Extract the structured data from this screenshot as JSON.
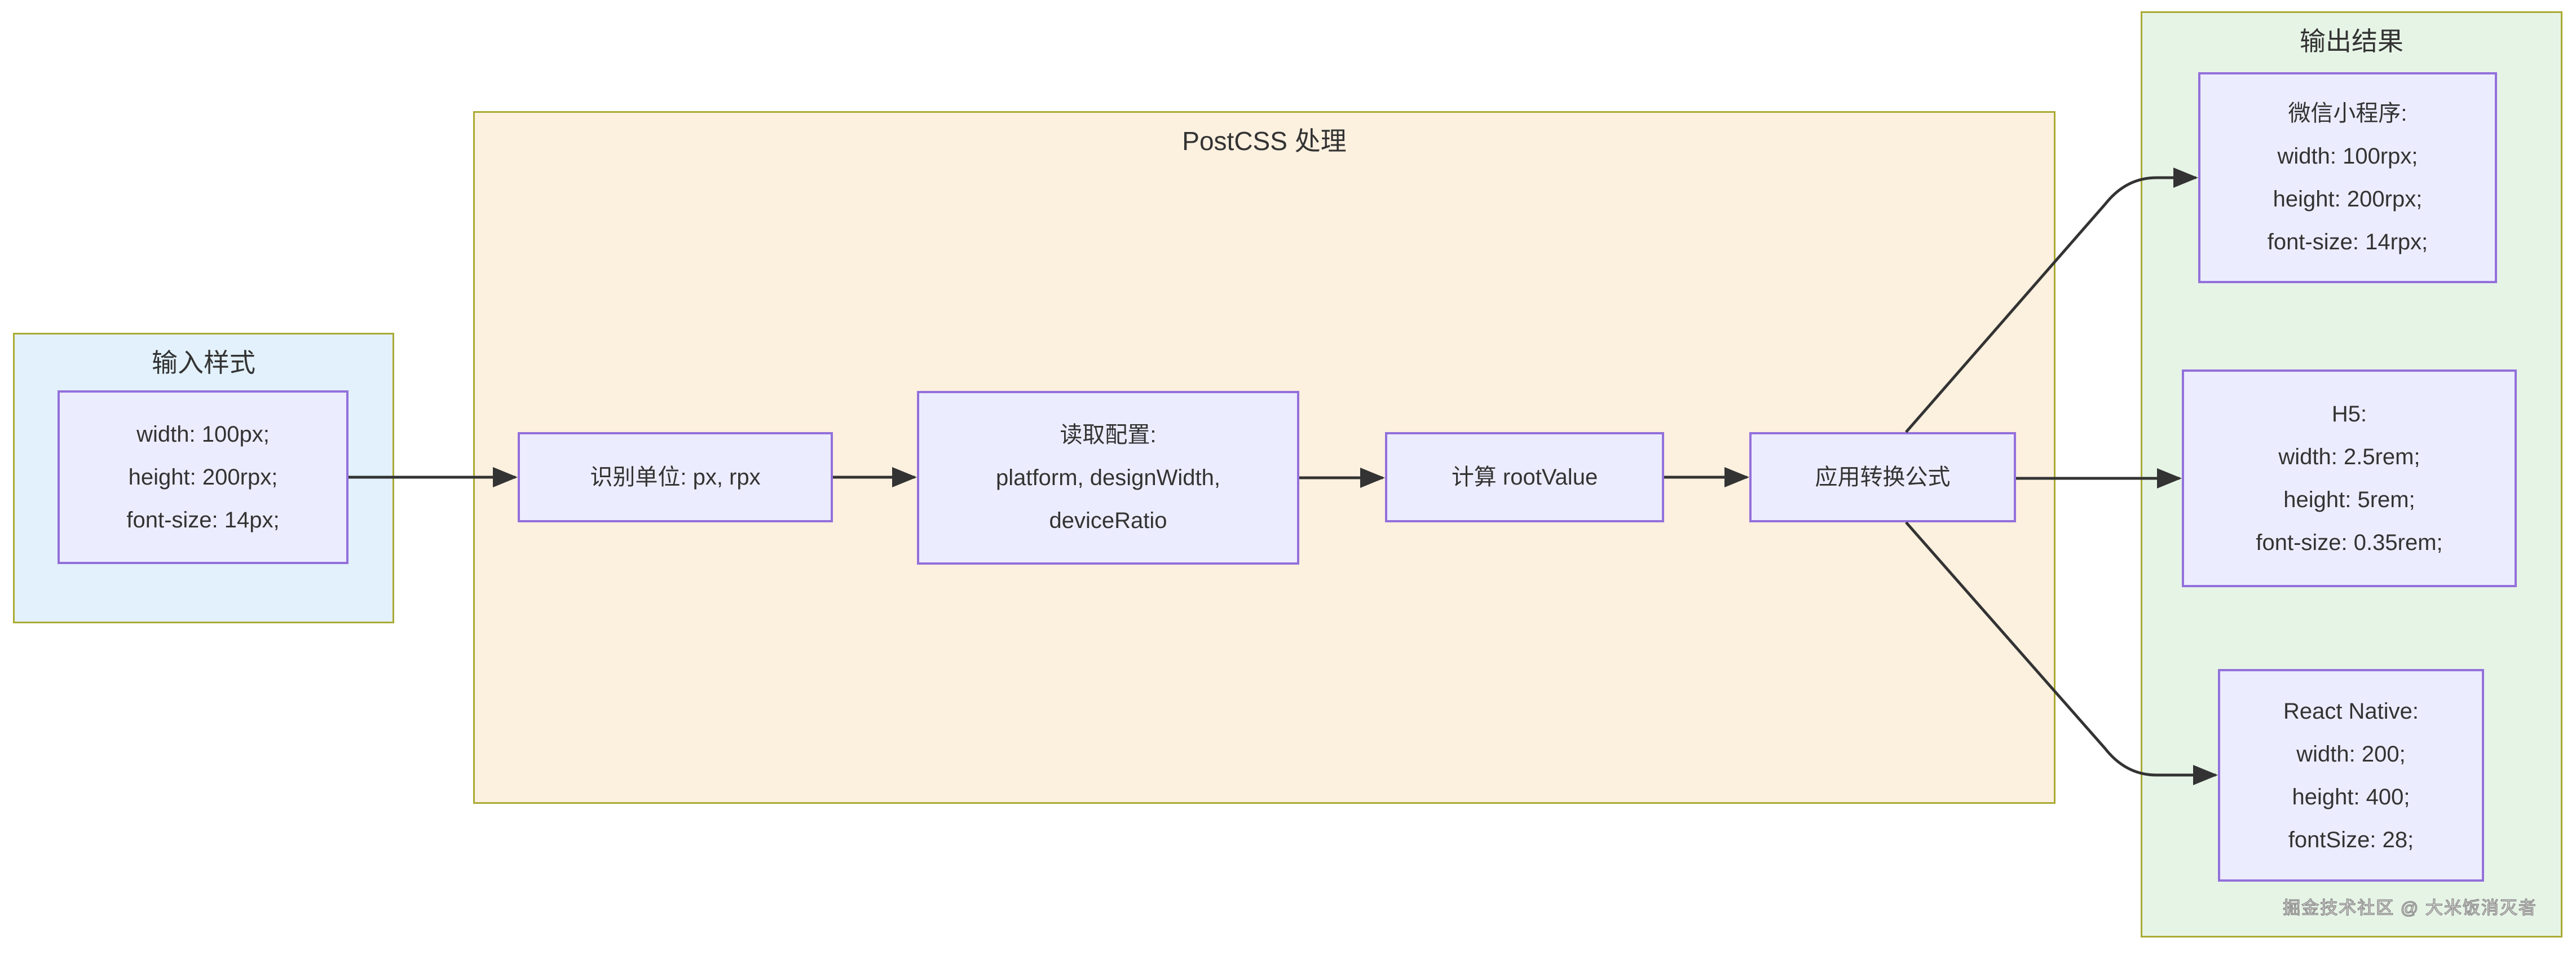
{
  "clusters": {
    "input": {
      "title": "输入样式"
    },
    "postcss": {
      "title": "PostCSS 处理"
    },
    "output": {
      "title": "输出结果"
    }
  },
  "nodes": {
    "input_style": {
      "lines": [
        "width: 100px;",
        "height: 200rpx;",
        "font-size: 14px;"
      ]
    },
    "recognize": {
      "lines": [
        "识别单位: px, rpx"
      ]
    },
    "read_config": {
      "lines": [
        "读取配置:",
        "platform, designWidth,",
        "deviceRatio"
      ]
    },
    "root_value": {
      "lines": [
        "计算 rootValue"
      ]
    },
    "formula": {
      "lines": [
        "应用转换公式"
      ]
    },
    "wechat": {
      "lines": [
        "微信小程序:",
        "width: 100rpx;",
        "height: 200rpx;",
        "font-size: 14rpx;"
      ]
    },
    "h5": {
      "lines": [
        "H5:",
        "width: 2.5rem;",
        "height: 5rem;",
        "font-size: 0.35rem;"
      ]
    },
    "react_native": {
      "lines": [
        "React Native:",
        "width: 200;",
        "height: 400;",
        "fontSize: 28;"
      ]
    }
  },
  "watermark": "掘金技术社区 @ 大米饭消灭者",
  "colors": {
    "cluster_border": "#aaaa33",
    "input_cluster_fill": "#e2f1fb",
    "postcss_cluster_fill": "#fcf0df",
    "output_cluster_fill": "#e6f4e6",
    "node_fill": "#ececff",
    "node_border": "#9370db",
    "arrow": "#333333",
    "text": "#333333",
    "watermark_text": "#8f8f8f"
  }
}
